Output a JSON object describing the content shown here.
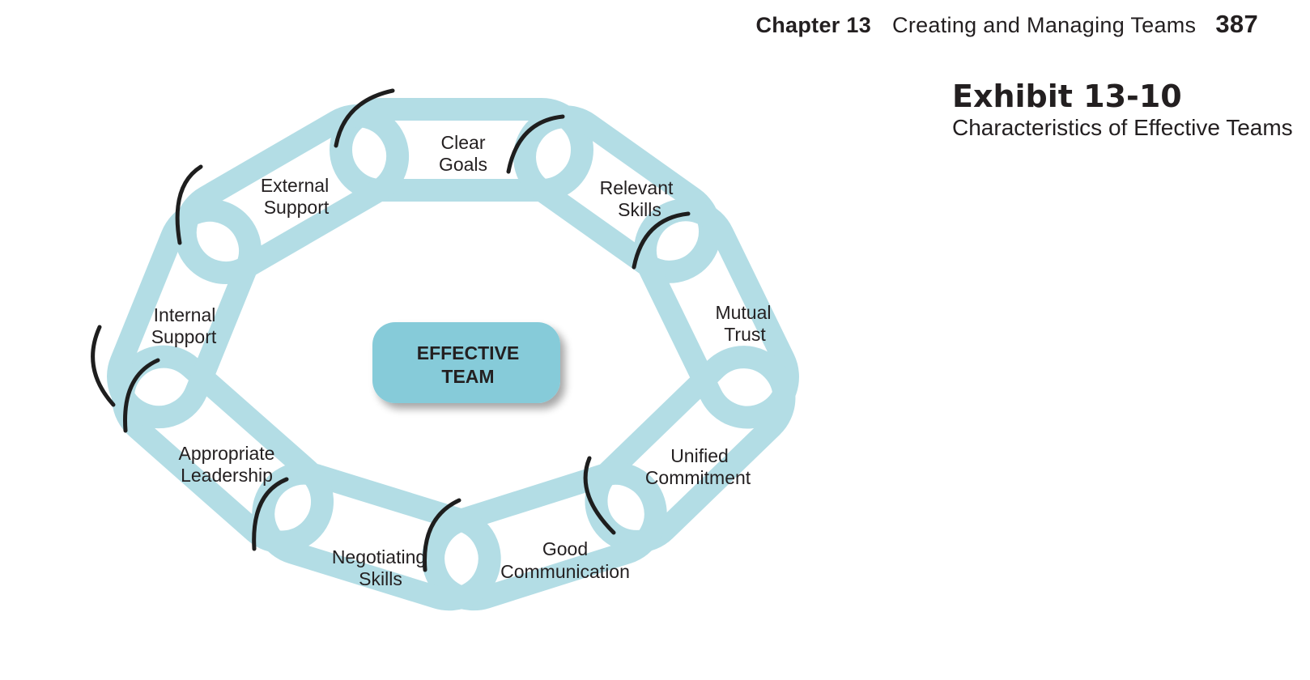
{
  "running_head": {
    "chapter": "Chapter 13",
    "title": "Creating and Managing Teams",
    "page": "387"
  },
  "exhibit": {
    "number": "Exhibit 13-10",
    "title": "Characteristics of Effective Teams"
  },
  "diagram": {
    "center": {
      "line1": "EFFECTIVE",
      "line2": "TEAM"
    },
    "colors": {
      "chain": "#b3dde5",
      "center_box": "#86cbd9",
      "arc": "#1e1e1e",
      "text": "#231f20"
    },
    "links": [
      {
        "line1": "Clear",
        "line2": "Goals"
      },
      {
        "line1": "Relevant",
        "line2": "Skills"
      },
      {
        "line1": "Mutual",
        "line2": "Trust"
      },
      {
        "line1": "Unified",
        "line2": "Commitment"
      },
      {
        "line1": "Good",
        "line2": "Communication"
      },
      {
        "line1": "Negotiating",
        "line2": "Skills"
      },
      {
        "line1": "Appropriate",
        "line2": "Leadership"
      },
      {
        "line1": "Internal",
        "line2": "Support"
      },
      {
        "line1": "External",
        "line2": "Support"
      }
    ]
  }
}
